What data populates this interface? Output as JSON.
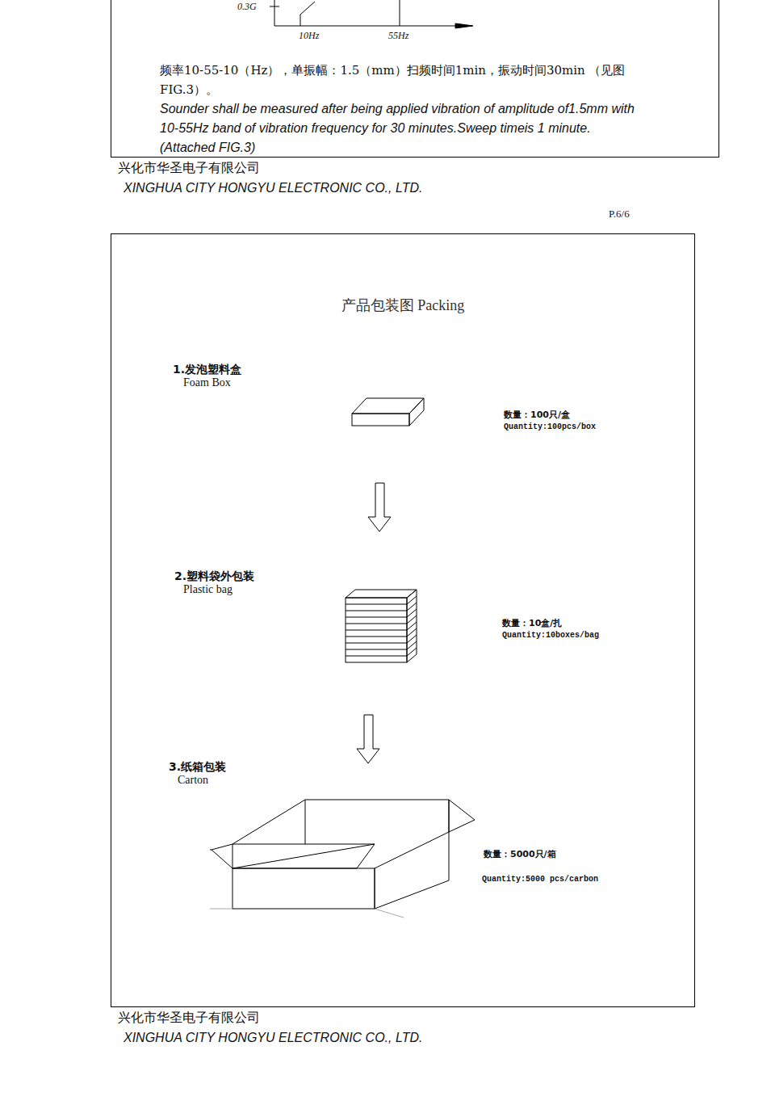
{
  "diagram": {
    "nodes": [
      {
        "text": [
          "频率10-55-10（Hz），单振幅：1.5（mm）扫频时间1min，振动时间30min （见图FIG.3）。",
          "Sounder shall be measured after being applied vibration of amplitude of1.5mm with 10-55Hz band of vibration frequency for 30 minutes.Sweep timeis 1 minute.(Attached FIG.3)"
        ]
      },
      {
        "text": [
          "产品包装图 Packing"
        ]
      }
    ],
    "labels": [
      "0.3G",
      "10Hz",
      "55Hz",
      "兴化市华圣电子有限公司",
      "XINGHUA CITY HONGYU ELECTRONIC CO., LTD.",
      "P.6/6",
      "1.发泡塑料盒",
      "Foam Box",
      "数量：100只/盒",
      "Quantity:100pcs/box",
      "2.塑料袋外包装",
      "Plastic bag",
      "数量：10盒/扎",
      "Quantity:10boxes/bag",
      "3.纸箱包装",
      "Carton",
      "数量：5000只/箱",
      "Quantity:5000 pcs/carbon",
      "兴化市华圣电子有限公司",
      "XINGHUA CITY HONGYU ELECTRONIC CO., LTD."
    ]
  }
}
